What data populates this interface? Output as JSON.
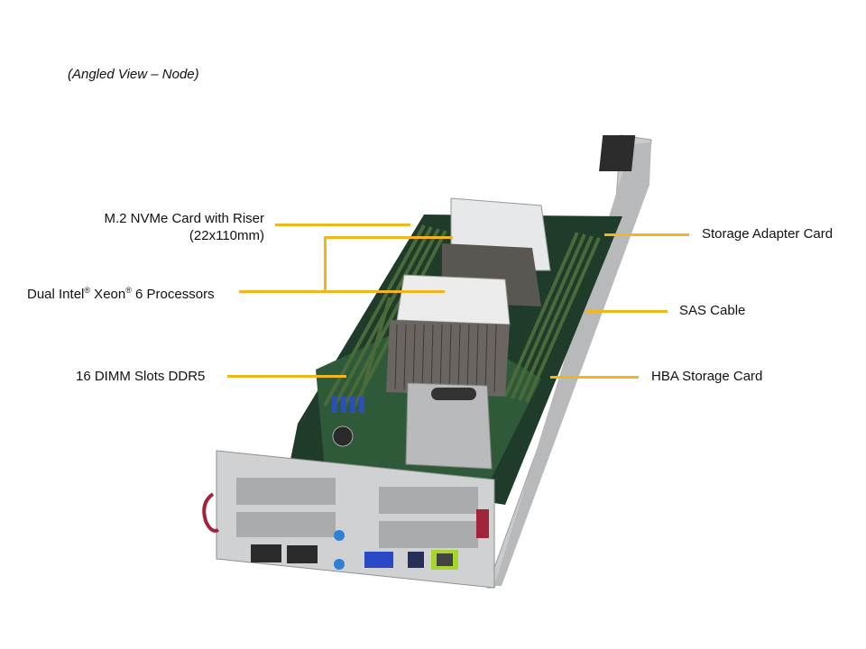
{
  "caption": "(Angled View – Node)",
  "accent_color": "#f2b51c",
  "labels": {
    "m2_line1": "M.2 NVMe Card with Riser",
    "m2_line2": "(22x110mm)",
    "cpu_a": "Dual Intel",
    "cpu_reg1": "®",
    "cpu_b": " Xeon",
    "cpu_reg2": "®",
    "cpu_c": "6 Processors",
    "dimm": "16 DIMM Slots DDR5",
    "storage_adapter": "Storage Adapter Card",
    "sas_cable": "SAS Cable",
    "hba": "HBA Storage Card"
  },
  "image": {
    "subject": "server-node-angled-view"
  }
}
